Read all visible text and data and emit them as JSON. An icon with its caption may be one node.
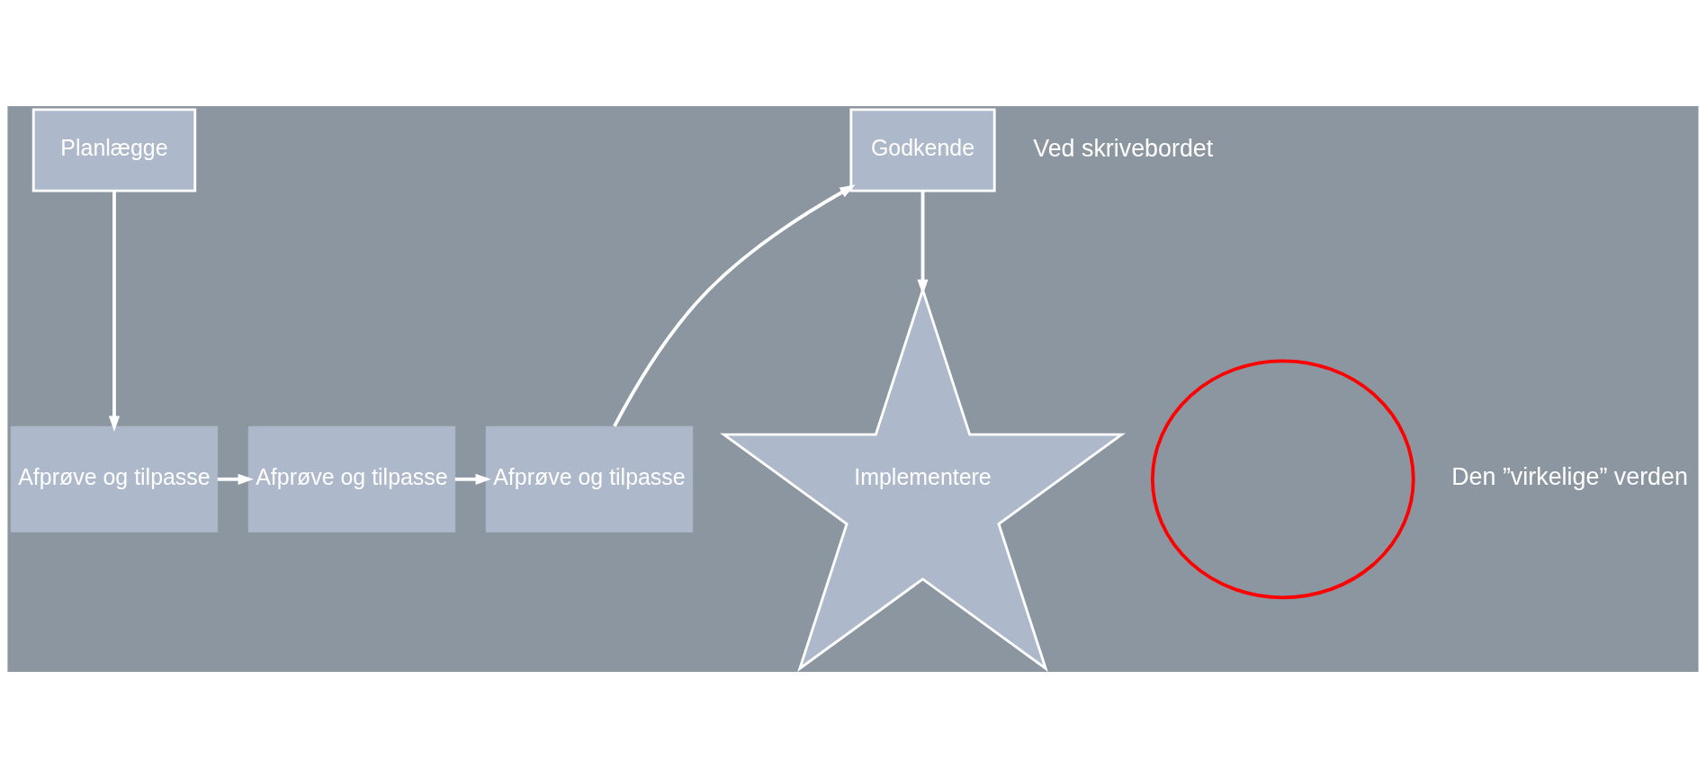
{
  "diagram": {
    "nodes": [
      {
        "text": [
          "Planlægge"
        ]
      },
      {
        "text": [
          "Godkende"
        ]
      },
      {
        "text": [
          "Afprøve og tilpasse"
        ]
      },
      {
        "text": [
          "Afprøve og tilpasse"
        ]
      },
      {
        "text": [
          "Afprøve og tilpasse"
        ]
      },
      {
        "text": [
          "Implementere"
        ]
      },
      {
        "text": [],
        "shape": "circle"
      }
    ],
    "edges": [
      {
        "from": 0,
        "to": 2,
        "arrow": "to"
      },
      {
        "from": 2,
        "to": 3,
        "arrow": "to"
      },
      {
        "from": 3,
        "to": 4,
        "arrow": "to"
      },
      {
        "from": 4,
        "to": 1,
        "arrow": "to"
      },
      {
        "from": 1,
        "to": 5,
        "arrow": "to"
      }
    ],
    "labels": [
      "Ved skrivebordet",
      "Den ”virkelige” verden"
    ]
  }
}
